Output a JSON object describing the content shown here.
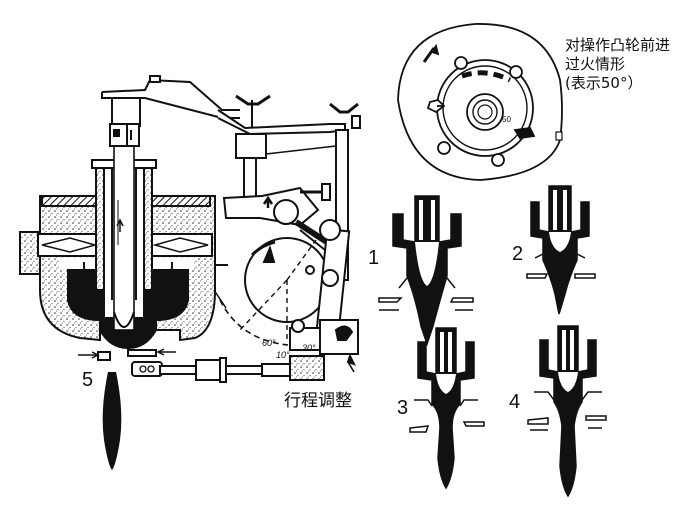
{
  "figure": {
    "cam_caption": {
      "line1": "对操作凸轮前进",
      "line2": "过火情形",
      "line3": "(表示50°）"
    },
    "stroke_adjust_label": "行程调整",
    "angle_labels": [
      "60°",
      "10°",
      "30°"
    ],
    "stage_labels": [
      "1",
      "2",
      "3",
      "4",
      "5"
    ]
  },
  "colors": {
    "ink": "#111111",
    "paper": "#ffffff",
    "stipple": "#9a9a9a"
  }
}
